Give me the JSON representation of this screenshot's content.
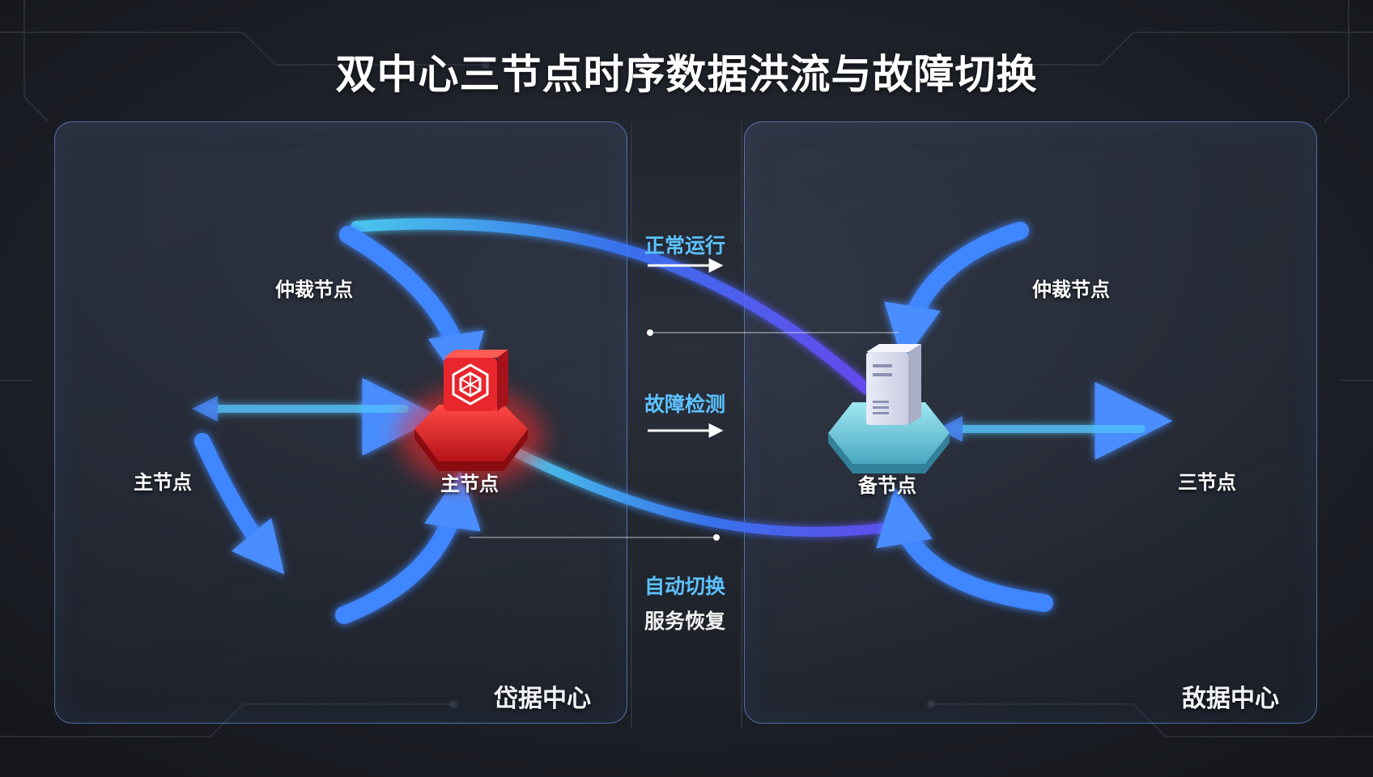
{
  "title": "双中心三节点时序数据洪流与故障切换",
  "left_center": {
    "label": "岱据中心",
    "nodes": {
      "arbiter": "仲裁节点",
      "primary_left": "主节点",
      "primary_center": "主节点"
    }
  },
  "right_center": {
    "label": "敌据中心",
    "nodes": {
      "arbiter": "仲裁节点",
      "backup": "备节点",
      "third": "三节点"
    }
  },
  "flow_labels": {
    "normal": "正常运行",
    "detect": "故障检测",
    "switch": "自动切换",
    "recover": "服务恢复"
  },
  "colors": {
    "flow_blue": "#3a7bff",
    "flow_cyan": "#4fd6ff",
    "primary_red": "#e3262a",
    "backup_cyan": "#7fd8e8"
  }
}
